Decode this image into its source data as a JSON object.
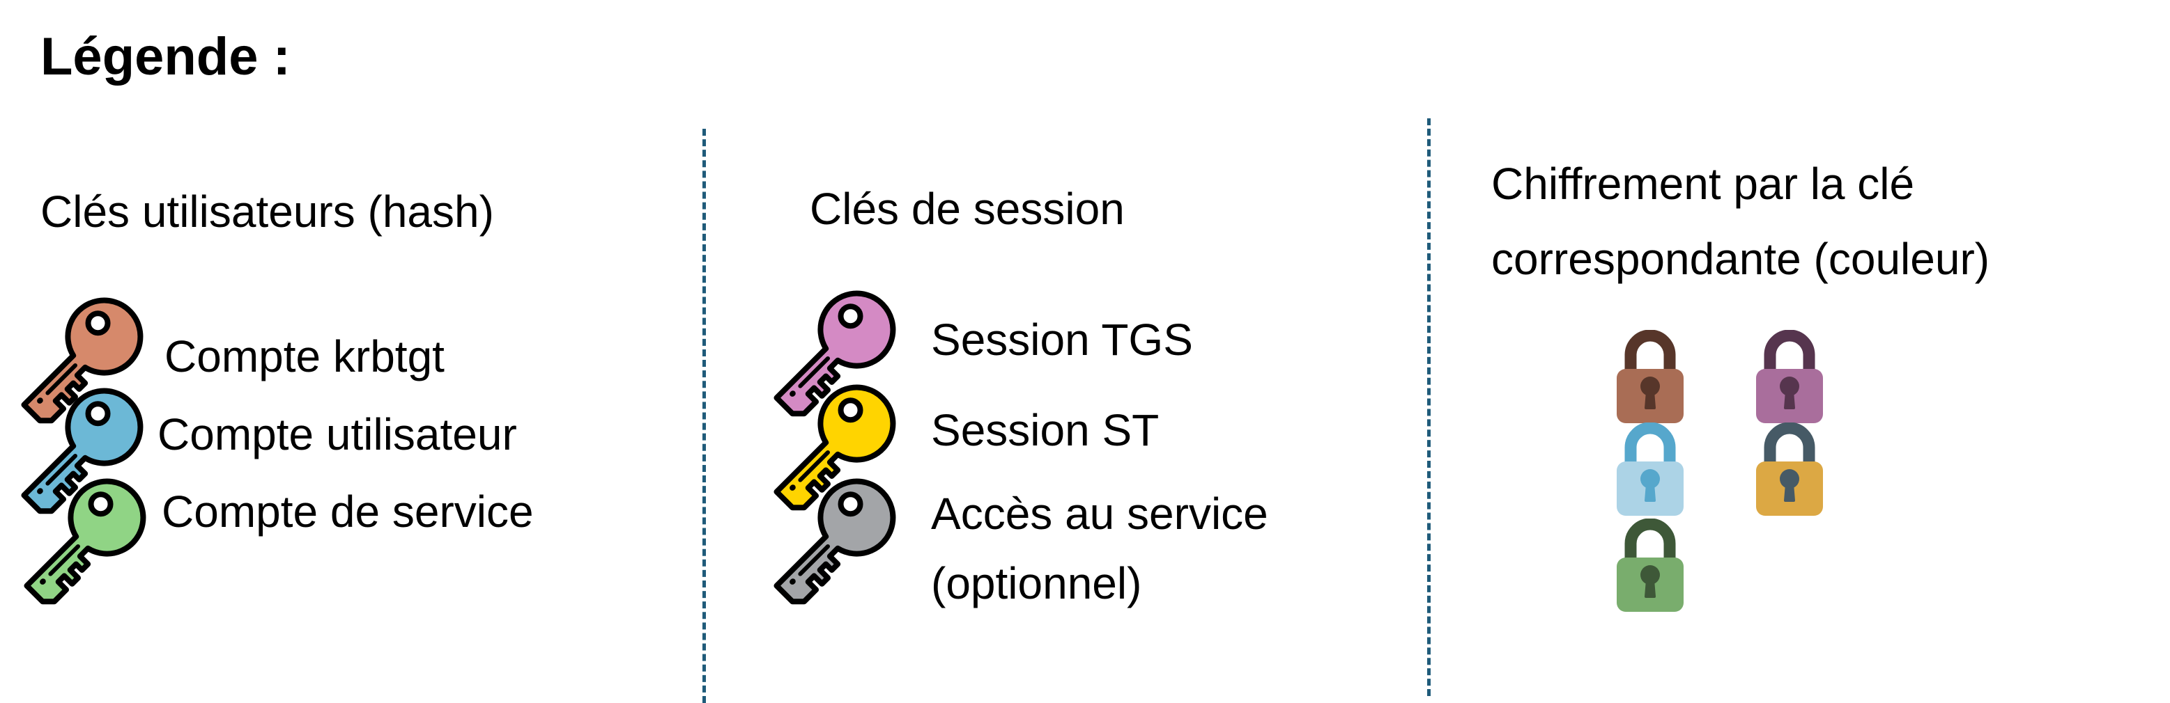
{
  "title": "Légende :",
  "user_keys": {
    "heading": "Clés utilisateurs (hash)",
    "items": [
      {
        "label": "Compte krbtgt",
        "color": "#d6896b"
      },
      {
        "label": "Compte utilisateur",
        "color": "#6cb8d6"
      },
      {
        "label": "Compte de service",
        "color": "#90d485"
      }
    ]
  },
  "session_keys": {
    "heading": "Clés de session",
    "items": [
      {
        "label": "Session TGS",
        "color": "#d48ac4"
      },
      {
        "label": "Session ST",
        "color": "#ffd400"
      },
      {
        "label": "Accès au service",
        "label2": "(optionnel)",
        "color": "#a3a5a8"
      }
    ]
  },
  "encryption": {
    "heading_line1": "Chiffrement par la clé",
    "heading_line2": "correspondante (couleur)",
    "locks": [
      {
        "name": "krbtgt",
        "body": "#a96d55",
        "dark": "#57362a"
      },
      {
        "name": "session-tgs",
        "body": "#a96e9c",
        "dark": "#56354e"
      },
      {
        "name": "user",
        "body": "#acd3e6",
        "dark": "#56a7cc"
      },
      {
        "name": "session-st",
        "body": "#dca844",
        "dark": "#465a66"
      },
      {
        "name": "service",
        "body": "#79ad6d",
        "dark": "#3e5838"
      }
    ]
  }
}
